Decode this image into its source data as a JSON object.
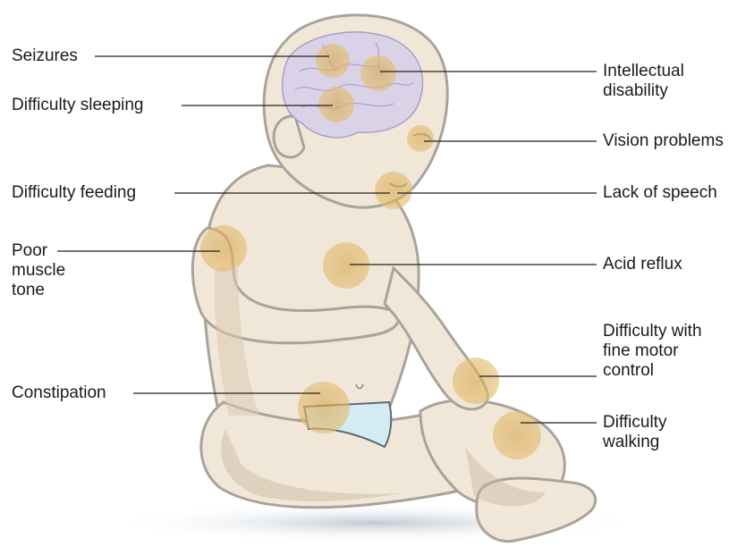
{
  "labels": {
    "seizures": "Seizures",
    "difficulty_sleeping": "Difficulty sleeping",
    "difficulty_feeding": "Difficulty feeding",
    "poor_muscle_tone": "Poor\nmuscle\ntone",
    "constipation": "Constipation",
    "intellectual_disability": "Intellectual\ndisability",
    "vision_problems": "Vision problems",
    "lack_of_speech": "Lack of speech",
    "acid_reflux": "Acid reflux",
    "fine_motor": "Difficulty with\nfine motor\ncontrol",
    "difficulty_walking": "Difficulty\nwalking"
  },
  "colors": {
    "skin": "#f1e7d9",
    "skin_shadow": "#dccab3",
    "outline": "#a9a39a",
    "spot": "#dfb86a",
    "brain": "#b9acd6",
    "diaper": "#d3ebf1",
    "floor_shadow": "#c9d2dc",
    "leader": "#222222"
  }
}
